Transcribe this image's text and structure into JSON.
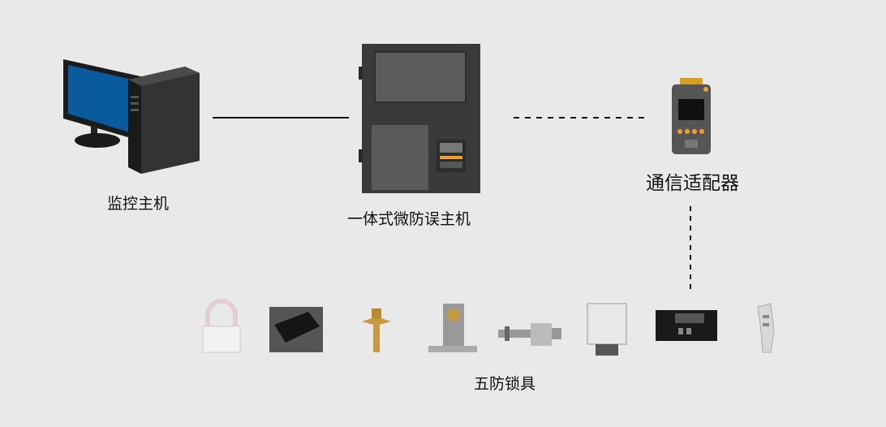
{
  "nodes": {
    "monitor_host": {
      "label": "监控主机"
    },
    "anti_misop_host": {
      "label": "一体式微防误主机"
    },
    "comm_adapter": {
      "label": "通信适配器"
    },
    "locks": {
      "label": "五防锁具"
    }
  },
  "connections": [
    {
      "from": "监控主机",
      "to": "一体式微防误主机",
      "style": "solid"
    },
    {
      "from": "一体式微防误主机",
      "to": "通信适配器",
      "style": "dashed"
    },
    {
      "from": "通信适配器",
      "to": "五防锁具",
      "style": "dashed"
    }
  ],
  "lock_icons": [
    "padlock-icon",
    "magnetic-lock-icon",
    "wing-bolt-icon",
    "bracket-lock-icon",
    "bolt-lock-icon",
    "cabinet-lock-icon",
    "electronic-lock-icon",
    "key-icon"
  ],
  "colors": {
    "monitor_screen": "#0a5a9e",
    "adapter_buttons": "#f0a030",
    "case": "#3a3a3a",
    "line": "#111111"
  }
}
